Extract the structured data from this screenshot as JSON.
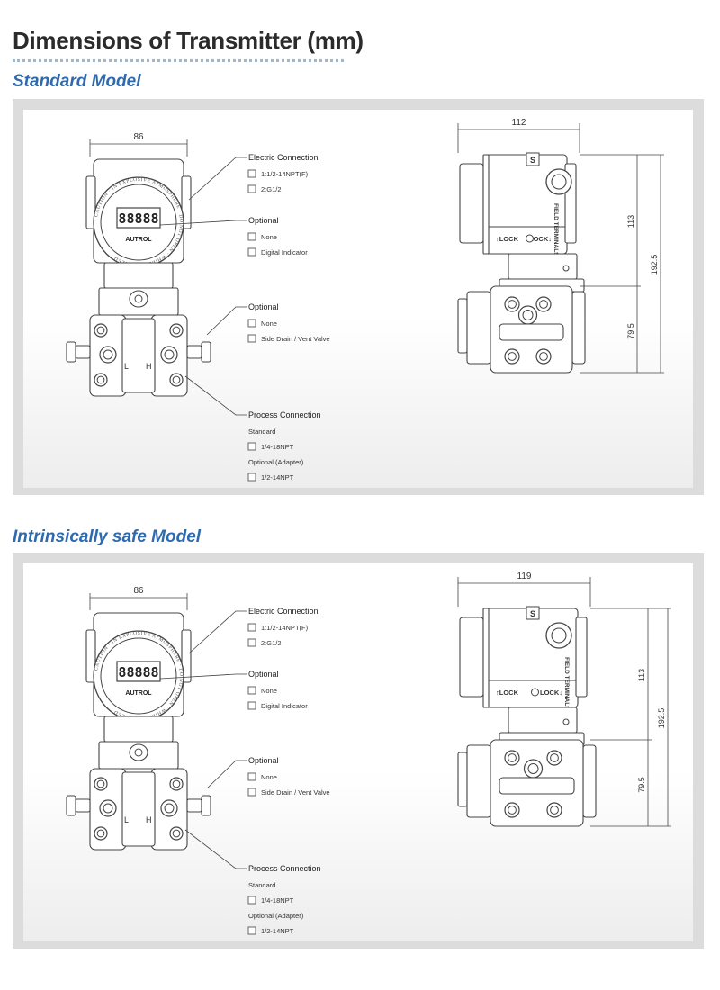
{
  "page": {
    "title": "Dimensions of Transmitter (mm)"
  },
  "brand": {
    "logo_text": "AUTROL",
    "display_digits": "88888",
    "cover_text": "CAUTION · IN EXPLOSIVE ATMOSPHERE · DO NOT OPEN · WHILE ENERGIZED"
  },
  "sections": [
    {
      "title": "Standard Model",
      "front_dim": "86",
      "side_dims": {
        "width": "112",
        "upper_height": "113",
        "total_height": "192.5",
        "lower_height": "79.5"
      },
      "side_labels": {
        "s": "S",
        "field_terminals": "FIELD TERMINALS",
        "lock_left": "LOCK",
        "lock_right": "LOCK"
      },
      "front_labels": {
        "low": "L",
        "high": "H"
      },
      "groups": [
        {
          "heading": "Electric Connection",
          "items": [
            {
              "type": "option",
              "label": "1:1/2-14NPT(F)"
            },
            {
              "type": "option",
              "label": "2:G1/2"
            }
          ]
        },
        {
          "heading": "Optional",
          "items": [
            {
              "type": "option",
              "label": "None"
            },
            {
              "type": "option",
              "label": "Digital Indicator"
            }
          ]
        },
        {
          "heading": "Optional",
          "items": [
            {
              "type": "option",
              "label": "None"
            },
            {
              "type": "option",
              "label": "Side Drain / Vent Valve"
            }
          ]
        },
        {
          "heading": "Process Connection",
          "items": [
            {
              "type": "sub",
              "label": "Standard"
            },
            {
              "type": "option",
              "label": "1/4-18NPT"
            },
            {
              "type": "sub",
              "label": "Optional (Adapter)"
            },
            {
              "type": "option",
              "label": "1/2-14NPT"
            }
          ]
        }
      ]
    },
    {
      "title": "Intrinsically safe Model",
      "front_dim": "86",
      "side_dims": {
        "width": "119",
        "upper_height": "113",
        "total_height": "192.5",
        "lower_height": "79.5"
      },
      "side_labels": {
        "s": "S",
        "field_terminals": "FIELD TERMINALS",
        "lock_left": "LOCK",
        "lock_right": "LOCK"
      },
      "front_labels": {
        "low": "L",
        "high": "H"
      },
      "groups": [
        {
          "heading": "Electric Connection",
          "items": [
            {
              "type": "option",
              "label": "1:1/2-14NPT(F)"
            },
            {
              "type": "option",
              "label": "2:G1/2"
            }
          ]
        },
        {
          "heading": "Optional",
          "items": [
            {
              "type": "option",
              "label": "None"
            },
            {
              "type": "option",
              "label": "Digital Indicator"
            }
          ]
        },
        {
          "heading": "Optional",
          "items": [
            {
              "type": "option",
              "label": "None"
            },
            {
              "type": "option",
              "label": "Side Drain / Vent Valve"
            }
          ]
        },
        {
          "heading": "Process Connection",
          "items": [
            {
              "type": "sub",
              "label": "Standard"
            },
            {
              "type": "option",
              "label": "1/4-18NPT"
            },
            {
              "type": "sub",
              "label": "Optional (Adapter)"
            },
            {
              "type": "option",
              "label": "1/2-14NPT"
            }
          ]
        }
      ]
    }
  ]
}
